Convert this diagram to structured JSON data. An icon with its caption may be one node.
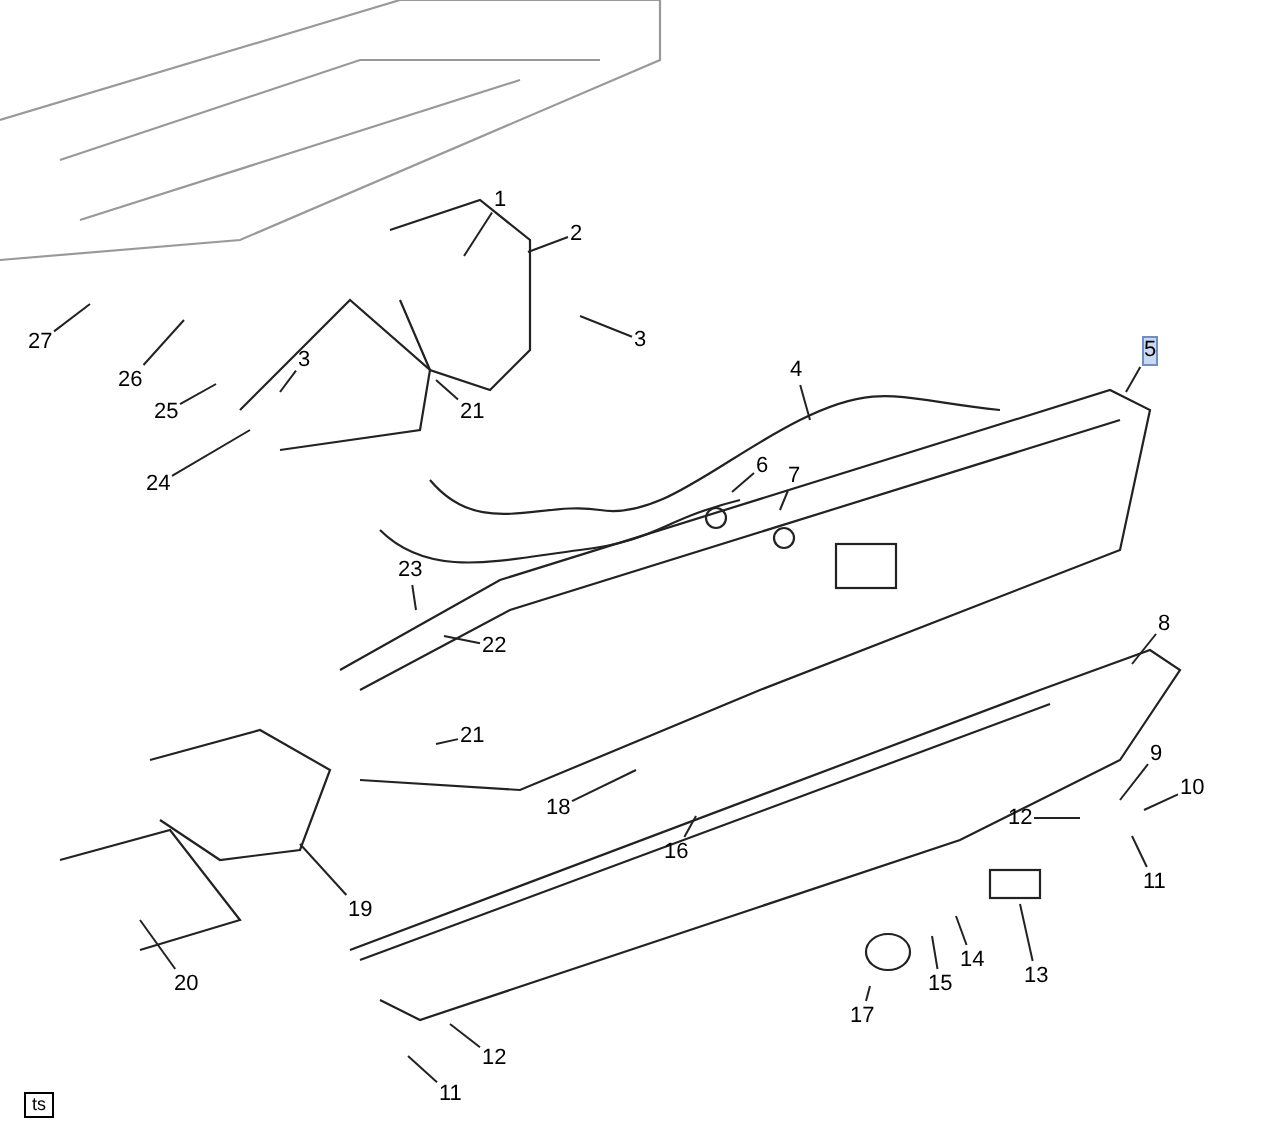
{
  "diagram": {
    "nodes": [
      {
        "text": [
          "1"
        ]
      },
      {
        "text": [
          "2"
        ]
      },
      {
        "text": [
          "27"
        ]
      },
      {
        "text": [
          "5"
        ]
      },
      {
        "text": [
          "3"
        ]
      },
      {
        "text": [
          "3"
        ]
      },
      {
        "text": [
          "4"
        ]
      },
      {
        "text": [
          "26"
        ]
      },
      {
        "text": [
          "25"
        ]
      },
      {
        "text": [
          "21"
        ]
      },
      {
        "text": [
          "6"
        ]
      },
      {
        "text": [
          "7"
        ]
      },
      {
        "text": [
          "24"
        ]
      },
      {
        "text": [
          "23"
        ]
      },
      {
        "text": [
          "22"
        ]
      },
      {
        "text": [
          "8"
        ]
      },
      {
        "text": [
          "21"
        ]
      },
      {
        "text": [
          "9"
        ]
      },
      {
        "text": [
          "10"
        ]
      },
      {
        "text": [
          "18"
        ]
      },
      {
        "text": [
          "12"
        ]
      },
      {
        "text": [
          "16"
        ]
      },
      {
        "text": [
          "11"
        ]
      },
      {
        "text": [
          "19"
        ]
      },
      {
        "text": [
          "14"
        ]
      },
      {
        "text": [
          "13"
        ]
      },
      {
        "text": [
          "20"
        ]
      },
      {
        "text": [
          "15"
        ]
      },
      {
        "text": [
          "17"
        ]
      },
      {
        "text": [
          "12"
        ]
      },
      {
        "text": [
          "11"
        ]
      }
    ],
    "edges": [
      {
        "from": 0,
        "to": null,
        "arrow": "none"
      },
      {
        "from": 1,
        "to": null,
        "arrow": "none"
      },
      {
        "from": 2,
        "to": null,
        "arrow": "none"
      },
      {
        "from": 3,
        "to": null,
        "arrow": "none"
      },
      {
        "from": 4,
        "to": null,
        "arrow": "none"
      },
      {
        "from": 5,
        "to": null,
        "arrow": "none"
      },
      {
        "from": 6,
        "to": null,
        "arrow": "none"
      },
      {
        "from": 7,
        "to": null,
        "arrow": "none"
      },
      {
        "from": 8,
        "to": null,
        "arrow": "none"
      },
      {
        "from": 9,
        "to": null,
        "arrow": "none"
      },
      {
        "from": 10,
        "to": null,
        "arrow": "none"
      },
      {
        "from": 11,
        "to": null,
        "arrow": "none"
      },
      {
        "from": 12,
        "to": null,
        "arrow": "none"
      },
      {
        "from": 13,
        "to": null,
        "arrow": "none"
      },
      {
        "from": 14,
        "to": null,
        "arrow": "none"
      },
      {
        "from": 15,
        "to": null,
        "arrow": "none"
      },
      {
        "from": 16,
        "to": null,
        "arrow": "none"
      },
      {
        "from": 17,
        "to": null,
        "arrow": "none"
      },
      {
        "from": 18,
        "to": null,
        "arrow": "none"
      },
      {
        "from": 19,
        "to": null,
        "arrow": "none"
      },
      {
        "from": 20,
        "to": null,
        "arrow": "none"
      },
      {
        "from": 21,
        "to": null,
        "arrow": "none"
      },
      {
        "from": 22,
        "to": null,
        "arrow": "none"
      },
      {
        "from": 23,
        "to": null,
        "arrow": "none"
      },
      {
        "from": 24,
        "to": null,
        "arrow": "none"
      },
      {
        "from": 25,
        "to": null,
        "arrow": "none"
      },
      {
        "from": 26,
        "to": null,
        "arrow": "none"
      },
      {
        "from": 27,
        "to": null,
        "arrow": "none"
      },
      {
        "from": 28,
        "to": null,
        "arrow": "none"
      },
      {
        "from": 29,
        "to": null,
        "arrow": "none"
      },
      {
        "from": 30,
        "to": null,
        "arrow": "none"
      }
    ],
    "labels": [
      "ts"
    ]
  }
}
